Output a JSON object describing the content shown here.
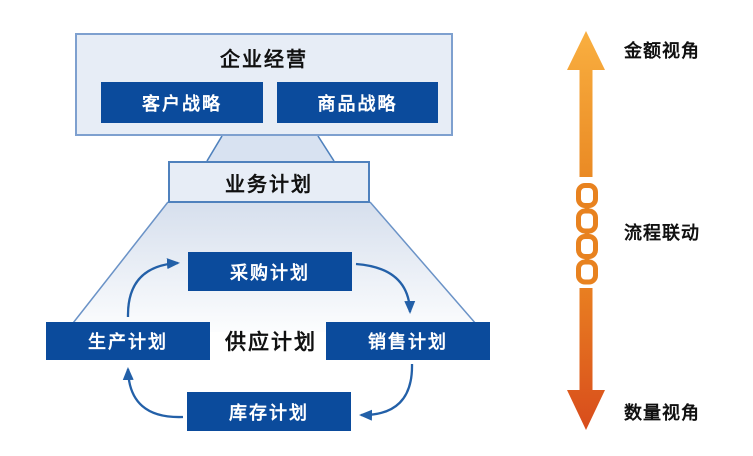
{
  "pyramid": {
    "enterprise": {
      "title": "企业经营",
      "customer_strategy": "客户战略",
      "product_strategy": "商品战略"
    },
    "business_plan": "业务计划"
  },
  "cycle": {
    "procurement": "采购计划",
    "production": "生产计划",
    "sales": "销售计划",
    "inventory": "库存计划",
    "supply": "供应计划"
  },
  "axis": {
    "amount": "金额视角",
    "process": "流程联动",
    "quantity": "数量视角"
  },
  "colors": {
    "box_dark_blue": "#0B4B9C",
    "panel_light_blue": "#E7EDF6",
    "panel_border_blue": "#7EA0CF",
    "cycle_arrow_blue": "#2360A8",
    "axis_orange": "#E8821F",
    "axis_orange_light": "#F9AC38",
    "axis_orange_deep": "#D84C1C"
  }
}
